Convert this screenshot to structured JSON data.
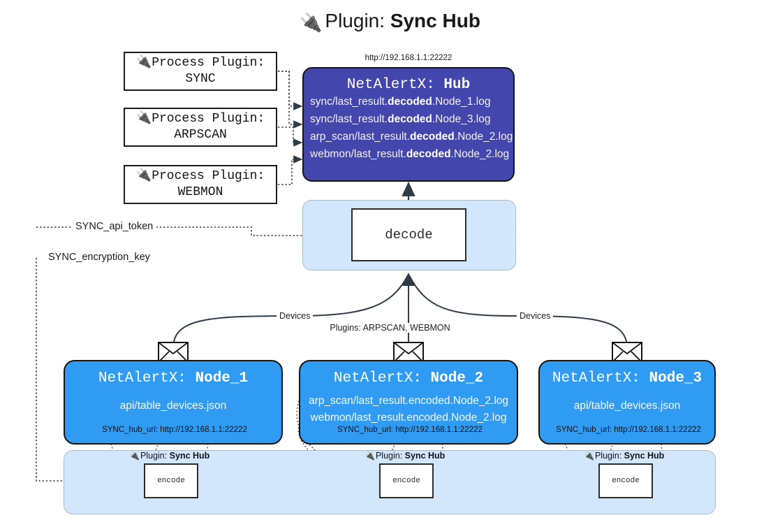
{
  "title": {
    "icon": "plug-icon",
    "prefix": "Plugin:",
    "name": "Sync Hub"
  },
  "process_plugins": [
    {
      "icon": "plug-icon",
      "line1": "Process Plugin:",
      "line2": "SYNC"
    },
    {
      "icon": "plug-icon",
      "line1": "Process Plugin:",
      "line2": "ARPSCAN"
    },
    {
      "icon": "plug-icon",
      "line1": "Process Plugin:",
      "line2": "WEBMON"
    }
  ],
  "hub": {
    "url": "http://192.168.1.1:22222",
    "title_prefix": "NetAlertX: ",
    "title_name": "Hub",
    "logs": [
      {
        "pre": "sync/last_result.",
        "bold": "decoded",
        "post": ".Node_1.log"
      },
      {
        "pre": "sync/last_result.",
        "bold": "decoded",
        "post": ".Node_3.log"
      },
      {
        "pre": "arp_scan/last_result.",
        "bold": "decoded",
        "post": ".Node_2.log"
      },
      {
        "pre": "webmon/last_result.",
        "bold": "decoded",
        "post": ".Node_2.log"
      }
    ]
  },
  "decode": {
    "label": "decode"
  },
  "keys": [
    {
      "label": "SYNC_api_token"
    },
    {
      "label": "SYNC_encryption_key"
    }
  ],
  "edge_labels": {
    "left_devices": "Devices",
    "right_devices": "Devices",
    "center_plugins": "Plugins: ARPSCAN, WEBMON"
  },
  "nodes": [
    {
      "icon": "envelope-icon",
      "title_prefix": "NetAlertX: ",
      "title_name": "Node_1",
      "lines": [
        "api/table_devices.json"
      ],
      "footer": "SYNC_hub_url: http://192.168.1.1:22222"
    },
    {
      "icon": "envelope-icon",
      "title_prefix": "NetAlertX: ",
      "title_name": "Node_2",
      "lines": [
        "arp_scan/last_result.encoded.Node_2.log",
        "webmon/last_result.encoded.Node_2.log"
      ],
      "footer": "SYNC_hub_url: http://192.168.1.1:22222"
    },
    {
      "icon": "envelope-icon",
      "title_prefix": "NetAlertX: ",
      "title_name": "Node_3",
      "lines": [
        "api/table_devices.json"
      ],
      "footer": "SYNC_hub_url: http://192.168.1.1:22222"
    }
  ],
  "encoders": [
    {
      "icon": "plug-icon",
      "caption_prefix": "Plugin: ",
      "caption_name": "Sync Hub",
      "label": "encode"
    },
    {
      "icon": "plug-icon",
      "caption_prefix": "Plugin: ",
      "caption_name": "Sync Hub",
      "label": "encode"
    },
    {
      "icon": "plug-icon",
      "caption_prefix": "Plugin: ",
      "caption_name": "Sync Hub",
      "label": "encode"
    }
  ],
  "colors": {
    "hub_fill": "#4346ad",
    "node_fill": "#2f9bf2",
    "container_fill": "#d2e7fb",
    "stroke": "#141414",
    "page_bg": "#ffffff"
  }
}
